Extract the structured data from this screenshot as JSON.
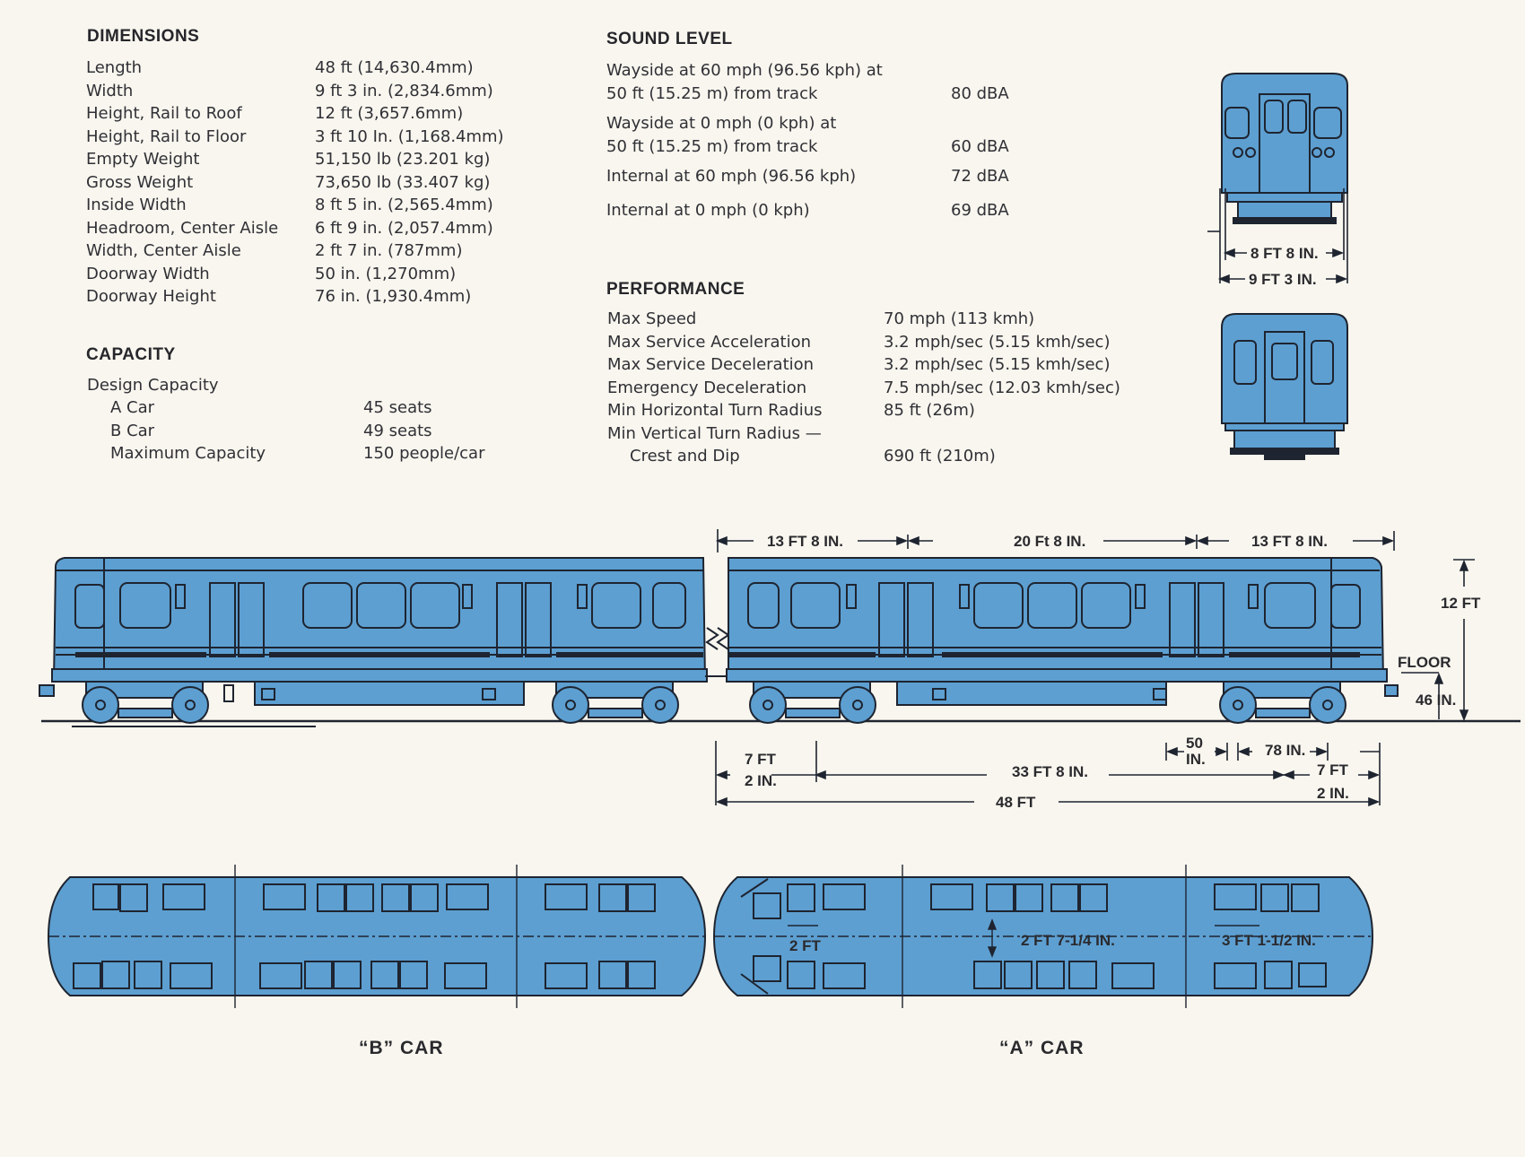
{
  "dimensions": {
    "heading": "DIMENSIONS",
    "rows": [
      {
        "label": "Length",
        "value": "48 ft (14,630.4mm)"
      },
      {
        "label": "Width",
        "value": "9 ft 3 in. (2,834.6mm)"
      },
      {
        "label": "Height, Rail to Roof",
        "value": "12 ft (3,657.6mm)"
      },
      {
        "label": "Height, Rail to Floor",
        "value": "3 ft 10 In. (1,168.4mm)"
      },
      {
        "label": "Empty Weight",
        "value": "51,150 lb (23.201 kg)"
      },
      {
        "label": "Gross Weight",
        "value": "73,650 lb (33.407 kg)"
      },
      {
        "label": "Inside Width",
        "value": "8 ft 5 in. (2,565.4mm)"
      },
      {
        "label": "Headroom, Center Aisle",
        "value": "6 ft 9 in. (2,057.4mm)"
      },
      {
        "label": "Width, Center Aisle",
        "value": "2 ft 7 in. (787mm)"
      },
      {
        "label": "Doorway Width",
        "value": "50 in. (1,270mm)"
      },
      {
        "label": "Doorway Height",
        "value": "76 in. (1,930.4mm)"
      }
    ]
  },
  "capacity": {
    "heading": "CAPACITY",
    "design_label": "Design Capacity",
    "rows": [
      {
        "label": "A Car",
        "value": "45 seats"
      },
      {
        "label": "B Car",
        "value": "49 seats"
      },
      {
        "label": "Maximum Capacity",
        "value": "150 people/car"
      }
    ]
  },
  "sound": {
    "heading": "SOUND LEVEL",
    "rows": [
      {
        "line1": "Wayside at 60 mph (96.56 kph) at",
        "line2": "50 ft (15.25 m) from track",
        "value": "80 dBA"
      },
      {
        "line1": "Wayside at 0 mph (0 kph) at",
        "line2": "50 ft (15.25 m) from track",
        "value": "60 dBA"
      },
      {
        "line1": "Internal at 60 mph (96.56 kph)",
        "line2": "",
        "value": "72 dBA"
      },
      {
        "line1": "Internal at 0 mph (0 kph)",
        "line2": "",
        "value": "69 dBA"
      }
    ]
  },
  "performance": {
    "heading": "PERFORMANCE",
    "rows": [
      {
        "label": "Max Speed",
        "value": "70 mph (113 kmh)"
      },
      {
        "label": "Max Service Acceleration",
        "value": "3.2 mph/sec (5.15 kmh/sec)"
      },
      {
        "label": "Max Service Deceleration",
        "value": "3.2 mph/sec (5.15 kmh/sec)"
      },
      {
        "label": "Emergency Deceleration",
        "value": "7.5 mph/sec (12.03 kmh/sec)"
      },
      {
        "label": "Min Horizontal Turn Radius",
        "value": "85 ft (26m)"
      },
      {
        "label": "Min Vertical Turn Radius —",
        "value": ""
      },
      {
        "label": "Crest and Dip",
        "value": "690 ft (210m)"
      }
    ]
  },
  "diagram": {
    "end_view": {
      "width_inner": "8 FT 8 IN.",
      "width_outer": "9 FT 3 IN."
    },
    "side_view": {
      "top_dim_1": "13 FT 8 IN.",
      "top_dim_2": "20 Ft 8 IN.",
      "top_dim_3": "13 FT 8 IN.",
      "height": "12 FT",
      "floor_label": "FLOOR",
      "floor_height": "46 IN.",
      "overhang_left_1": "7 FT",
      "overhang_left_2": "2 IN.",
      "truck_centers": "33 FT 8 IN.",
      "door_width_1": "50",
      "door_width_2": "IN.",
      "door_spacing": "78 IN.",
      "overhang_right_1": "7 FT",
      "overhang_right_2": "2 IN.",
      "length": "48 FT"
    },
    "plan_view": {
      "aisle_2ft": "2 FT",
      "seat_pitch": "2 FT 7-1/4 IN.",
      "aisle_width": "3 FT 1-1/2 IN."
    },
    "b_car_label": "“B” CAR",
    "a_car_label": "“A” CAR",
    "car_color": "#5d9fd1",
    "line_color": "#1e2430"
  }
}
